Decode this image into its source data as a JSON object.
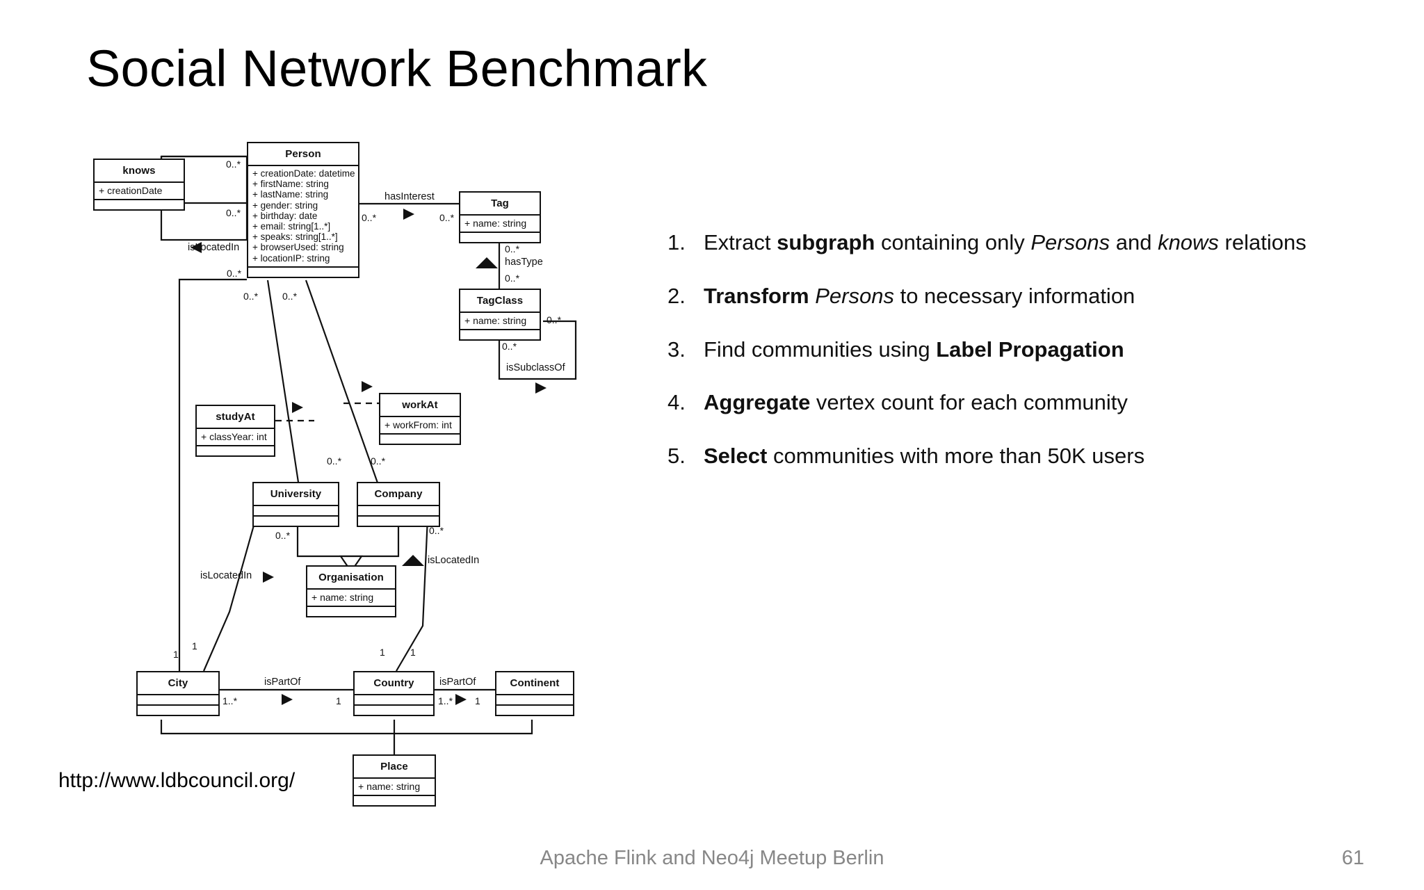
{
  "slide": {
    "title": "Social Network Benchmark",
    "url": "http://www.ldbcouncil.org/",
    "footer": "Apache Flink and Neo4j Meetup Berlin",
    "page_number": "61"
  },
  "steps": [
    {
      "num": "1.",
      "parts": [
        {
          "t": "Extract ",
          "s": "n"
        },
        {
          "t": "subgraph",
          "s": "b"
        },
        {
          "t": " containing only ",
          "s": "n"
        },
        {
          "t": "Persons",
          "s": "i"
        },
        {
          "t": " and ",
          "s": "n"
        },
        {
          "t": "knows",
          "s": "i"
        },
        {
          "t": " relations",
          "s": "n"
        }
      ]
    },
    {
      "num": "2.",
      "parts": [
        {
          "t": "Transform",
          "s": "b"
        },
        {
          "t": " ",
          "s": "n"
        },
        {
          "t": "Persons",
          "s": "i"
        },
        {
          "t": " to necessary information",
          "s": "n"
        }
      ]
    },
    {
      "num": "3.",
      "parts": [
        {
          "t": "Find communities using ",
          "s": "n"
        },
        {
          "t": "Label Propagation",
          "s": "b"
        }
      ]
    },
    {
      "num": "4.",
      "parts": [
        {
          "t": "Aggregate",
          "s": "b"
        },
        {
          "t": " vertex count for each community",
          "s": "n"
        }
      ]
    },
    {
      "num": "5.",
      "parts": [
        {
          "t": "Select",
          "s": "b"
        },
        {
          "t": " communities with more than 50K users",
          "s": "n"
        }
      ]
    }
  ],
  "diagram": {
    "type": "uml-class-diagram",
    "classes": {
      "knows": {
        "name": "knows",
        "attributes": [
          "+ creationDate"
        ]
      },
      "person": {
        "name": "Person",
        "attributes": [
          "+ creationDate: datetime",
          "+ firstName: string",
          "+ lastName: string",
          "+ gender: string",
          "+ birthday: date",
          "+ email: string[1..*]",
          "+ speaks: string[1..*]",
          "+ browserUsed: string",
          "+ locationIP: string"
        ]
      },
      "tag": {
        "name": "Tag",
        "attributes": [
          "+ name: string"
        ]
      },
      "tagclass": {
        "name": "TagClass",
        "attributes": [
          "+ name: string"
        ]
      },
      "studyat": {
        "name": "studyAt",
        "attributes": [
          "+ classYear: int"
        ]
      },
      "workat": {
        "name": "workAt",
        "attributes": [
          "+ workFrom: int"
        ]
      },
      "university": {
        "name": "University",
        "attributes": []
      },
      "company": {
        "name": "Company",
        "attributes": []
      },
      "organisation": {
        "name": "Organisation",
        "attributes": [
          "+ name: string"
        ]
      },
      "city": {
        "name": "City",
        "attributes": []
      },
      "country": {
        "name": "Country",
        "attributes": []
      },
      "continent": {
        "name": "Continent",
        "attributes": []
      },
      "place": {
        "name": "Place",
        "attributes": [
          "+ name: string"
        ]
      }
    },
    "association_labels": {
      "hasInterest": "hasInterest",
      "hasType": "hasType",
      "isSubclassOf": "isSubclassOf",
      "isLocatedIn_person": "isLocatedIn",
      "isLocatedIn_university": "isLocatedIn",
      "isLocatedIn_company": "isLocatedIn",
      "isPartOf_city": "isPartOf",
      "isPartOf_country": "isPartOf"
    },
    "multiplicities": {
      "knows_a": "0..*",
      "knows_b": "0..*",
      "hasInterest_src": "0..*",
      "hasInterest_dst": "0..*",
      "hasType_src": "0..*",
      "hasType_dst": "0..*",
      "tagclass_sub_a": "0..*",
      "tagclass_sub_b": "0..*",
      "person_isLocatedIn": "0..*",
      "person_studyAt": "0..*",
      "person_workAt": "0..*",
      "university_studyAt": "0..*",
      "company_workAt": "0..*",
      "university_loc": "0..*",
      "company_loc": "0..*",
      "city_one_a": "1",
      "city_one_b": "1",
      "country_one_a": "1",
      "country_one_b": "1",
      "city_ispartof": "1..*",
      "country_one": "1",
      "country_ispartof": "1..*",
      "continent_one": "1"
    }
  }
}
